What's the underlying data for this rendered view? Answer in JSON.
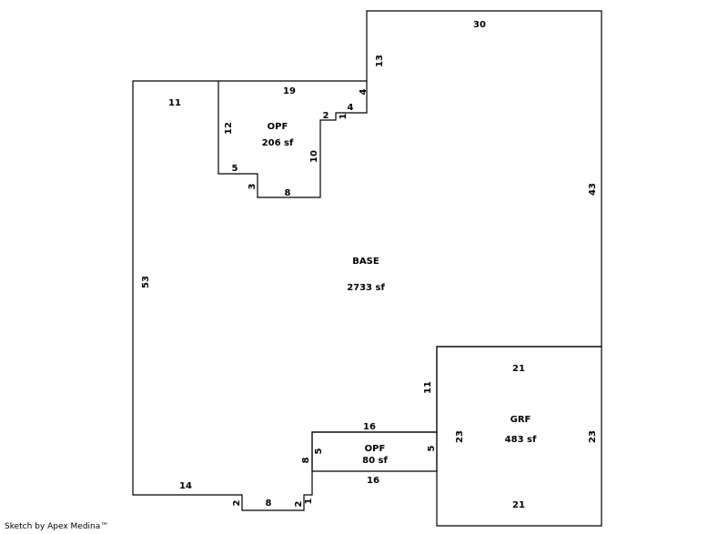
{
  "areas": {
    "base": {
      "name": "BASE",
      "size": "2733 sf"
    },
    "opf_upper": {
      "name": "OPF",
      "size": "206 sf"
    },
    "opf_lower": {
      "name": "OPF",
      "size": "80 sf"
    },
    "grf": {
      "name": "GRF",
      "size": "483 sf"
    }
  },
  "dimensions": {
    "base": {
      "top_right": "30",
      "right": "43",
      "left_tall": "53",
      "top_left": "11",
      "bottom_left": "14",
      "notch_step_13": "13",
      "notch_step_4a": "4",
      "notch_step_4b": "4",
      "notch_step_1a": "1",
      "notch_step_2a": "2",
      "bottom_step_2a": "2",
      "bottom_step_8": "8",
      "bottom_step_2b": "2",
      "bottom_step_1": "1",
      "inner_11": "11"
    },
    "opf_upper": {
      "top": "19",
      "left": "12",
      "step_5": "5",
      "step_3": "3",
      "bottom": "8",
      "right": "10"
    },
    "opf_lower": {
      "top": "16",
      "bottom": "16",
      "left": "5",
      "right": "5",
      "outer_8": "8"
    },
    "grf": {
      "top": "21",
      "bottom": "21",
      "left": "23",
      "right": "23"
    }
  },
  "footer": {
    "credit": "Sketch by Apex Medina™"
  }
}
